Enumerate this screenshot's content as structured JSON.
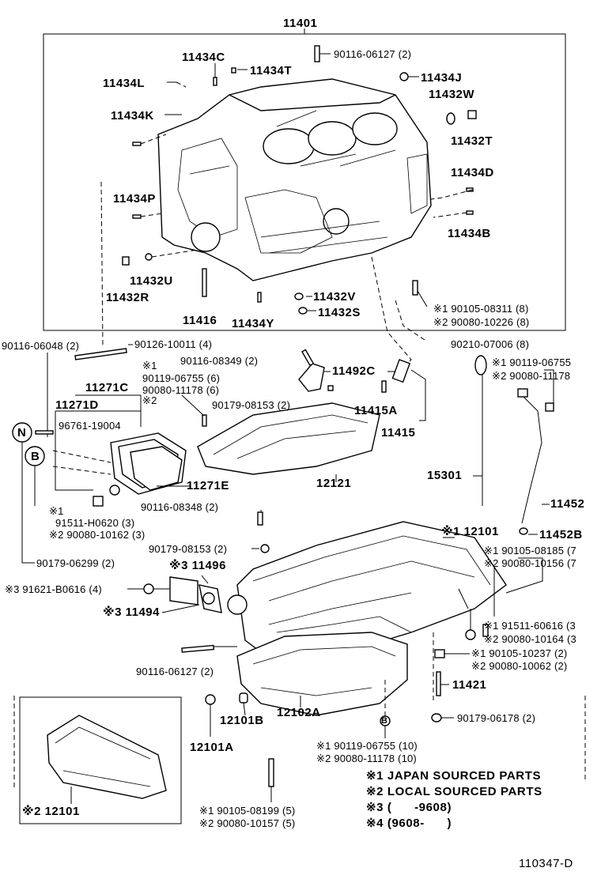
{
  "callouts": [
    {
      "id": "c11401",
      "text": "11401"
    },
    {
      "id": "c90116_06127a",
      "text": "90116-06127 (2)"
    },
    {
      "id": "c11434C",
      "text": "11434C"
    },
    {
      "id": "c11434T",
      "text": "11434T"
    },
    {
      "id": "c11434L",
      "text": "11434L"
    },
    {
      "id": "c11434J",
      "text": "11434J"
    },
    {
      "id": "c11432W",
      "text": "11432W"
    },
    {
      "id": "c11434K",
      "text": "11434K"
    },
    {
      "id": "c11432T",
      "text": "11432T"
    },
    {
      "id": "c11434D",
      "text": "11434D"
    },
    {
      "id": "c11434P",
      "text": "11434P"
    },
    {
      "id": "c11434B",
      "text": "11434B"
    },
    {
      "id": "c11432U",
      "text": "11432U"
    },
    {
      "id": "c11432R",
      "text": "11432R"
    },
    {
      "id": "c11432V",
      "text": "11432V"
    },
    {
      "id": "c11432S",
      "text": "11432S"
    },
    {
      "id": "c11416",
      "text": "11416"
    },
    {
      "id": "c11434Y",
      "text": "11434Y"
    },
    {
      "id": "c90105_08311",
      "text": "※1 90105-08311 (8)"
    },
    {
      "id": "c90080_10226",
      "text": "※2 90080-10226 (8)"
    },
    {
      "id": "c90116_06048",
      "text": "90116-06048 (2)"
    },
    {
      "id": "c90126_10011",
      "text": "90126-10011 (4)"
    },
    {
      "id": "c90210_07006",
      "text": "90210-07006 (8)"
    },
    {
      "id": "c_s1a",
      "text": "※1"
    },
    {
      "id": "c90116_08349",
      "text": "90116-08349 (2)"
    },
    {
      "id": "c11492C",
      "text": "11492C"
    },
    {
      "id": "c90119_06755_r",
      "text": "※1 90119-06755"
    },
    {
      "id": "c90080_11178_r",
      "text": "※2 90080-11178"
    },
    {
      "id": "c11271C",
      "text": "11271C"
    },
    {
      "id": "c90119_06755_6",
      "text": "90119-06755 (6)"
    },
    {
      "id": "c90080_11178_6",
      "text": "90080-11178 (6)"
    },
    {
      "id": "c_s2a",
      "text": "※2"
    },
    {
      "id": "c90179_08153a",
      "text": "90179-08153 (2)"
    },
    {
      "id": "c11415A",
      "text": "11415A"
    },
    {
      "id": "c11271D",
      "text": "11271D"
    },
    {
      "id": "c96761",
      "text": "96761-19004"
    },
    {
      "id": "c11415",
      "text": "11415"
    },
    {
      "id": "cN",
      "text": "N"
    },
    {
      "id": "cB1",
      "text": "B"
    },
    {
      "id": "c15301",
      "text": "15301"
    },
    {
      "id": "c11271E",
      "text": "11271E"
    },
    {
      "id": "c12121",
      "text": "12121"
    },
    {
      "id": "c11452",
      "text": "11452"
    },
    {
      "id": "c_s1b",
      "text": "※1"
    },
    {
      "id": "c90116_08348",
      "text": "90116-08348 (2)"
    },
    {
      "id": "c91511",
      "text": "91511-H0620 (3)"
    },
    {
      "id": "c90080_10162",
      "text": "※2 90080-10162 (3)"
    },
    {
      "id": "c11452B",
      "text": "11452B"
    },
    {
      "id": "c12101top",
      "text": "※1 12101"
    },
    {
      "id": "c90179_08153b",
      "text": "90179-08153 (2)"
    },
    {
      "id": "c90105_08185",
      "text": "※1 90105-08185 (7"
    },
    {
      "id": "c90179_06299",
      "text": "90179-06299 (2)"
    },
    {
      "id": "c11496",
      "text": "※3 11496"
    },
    {
      "id": "c90080_10156",
      "text": "※2 90080-10156 (7"
    },
    {
      "id": "c91621",
      "text": "※3 91621-B0616 (4)"
    },
    {
      "id": "c11494",
      "text": "※3 11494"
    },
    {
      "id": "c91511_60616",
      "text": "※1 91511-60616 (3"
    },
    {
      "id": "c90080_10164",
      "text": "※2 90080-10164 (3"
    },
    {
      "id": "c90105_10237",
      "text": "※1 90105-10237 (2)"
    },
    {
      "id": "c90116_06127b",
      "text": "90116-06127 (2)"
    },
    {
      "id": "c90080_10062",
      "text": "※2 90080-10062 (2)"
    },
    {
      "id": "c11421",
      "text": "11421"
    },
    {
      "id": "c12101B",
      "text": "12101B"
    },
    {
      "id": "c12102A",
      "text": "12102A"
    },
    {
      "id": "c90179_06178",
      "text": "90179-06178 (2)"
    },
    {
      "id": "cB2",
      "text": "B"
    },
    {
      "id": "c12101A",
      "text": "12101A"
    },
    {
      "id": "c90119_06755_10",
      "text": "※1 90119-06755 (10)"
    },
    {
      "id": "c90080_11178_10",
      "text": "※2 90080-11178 (10)"
    },
    {
      "id": "c12101inset",
      "text": "※2 12101"
    },
    {
      "id": "c90105_08199",
      "text": "※1 90105-08199 (5)"
    },
    {
      "id": "c90080_10157",
      "text": "※2 90080-10157 (5)"
    }
  ],
  "legend": [
    "※1 JAPAN  SOURCED  PARTS",
    "※2 LOCAL  SOURCED  PARTS",
    "※3 (      -9608)",
    "※4 (9608-      )"
  ],
  "figure_code": "110347-D"
}
